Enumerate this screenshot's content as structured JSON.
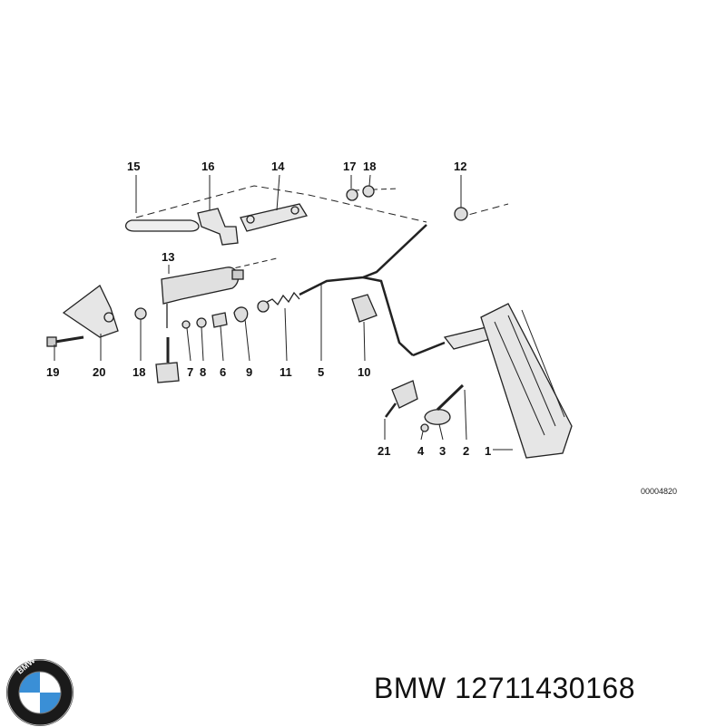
{
  "diagram": {
    "ref_code": "00004820",
    "labels": {
      "l1": "1",
      "l2": "2",
      "l3": "3",
      "l4": "4",
      "l5": "5",
      "l6": "6",
      "l7": "7",
      "l8": "8",
      "l9": "9",
      "l10": "10",
      "l11": "11",
      "l12": "12",
      "l13": "13",
      "l14": "14",
      "l15": "15",
      "l16": "16",
      "l17": "17",
      "l18a": "18",
      "l18b": "18",
      "l19": "19",
      "l20": "20",
      "l21": "21"
    }
  },
  "logo": {
    "text": "BMW"
  },
  "footer": {
    "part_text": "BMW 12711430168"
  },
  "colors": {
    "line": "#222222",
    "fill": "#e6e6e6",
    "logo_blue": "#3a8fd6"
  }
}
